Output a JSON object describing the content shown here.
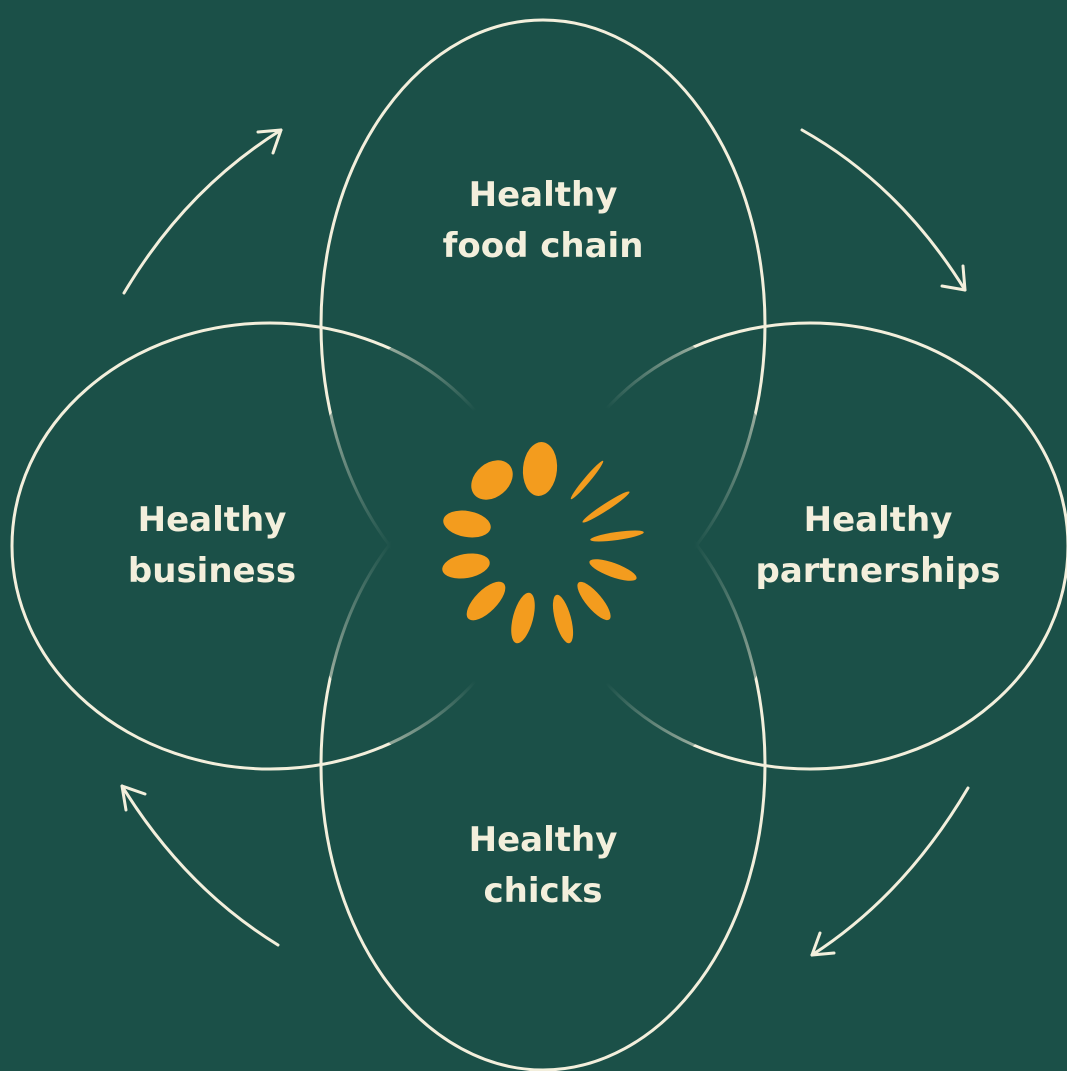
{
  "colors": {
    "background": "#1b5048",
    "line": "#f3efdc",
    "accent": "#f39c1e",
    "text": "#f3efdc"
  },
  "petals": {
    "top": {
      "line1": "Healthy",
      "line2": "food chain"
    },
    "left": {
      "line1": "Healthy",
      "line2": "business"
    },
    "right": {
      "line1": "Healthy",
      "line2": "partnerships"
    },
    "bottom": {
      "line1": "Healthy",
      "line2": "chicks"
    }
  },
  "center_icon": "orange-sunburst-logo",
  "cycle_direction": "clockwise"
}
